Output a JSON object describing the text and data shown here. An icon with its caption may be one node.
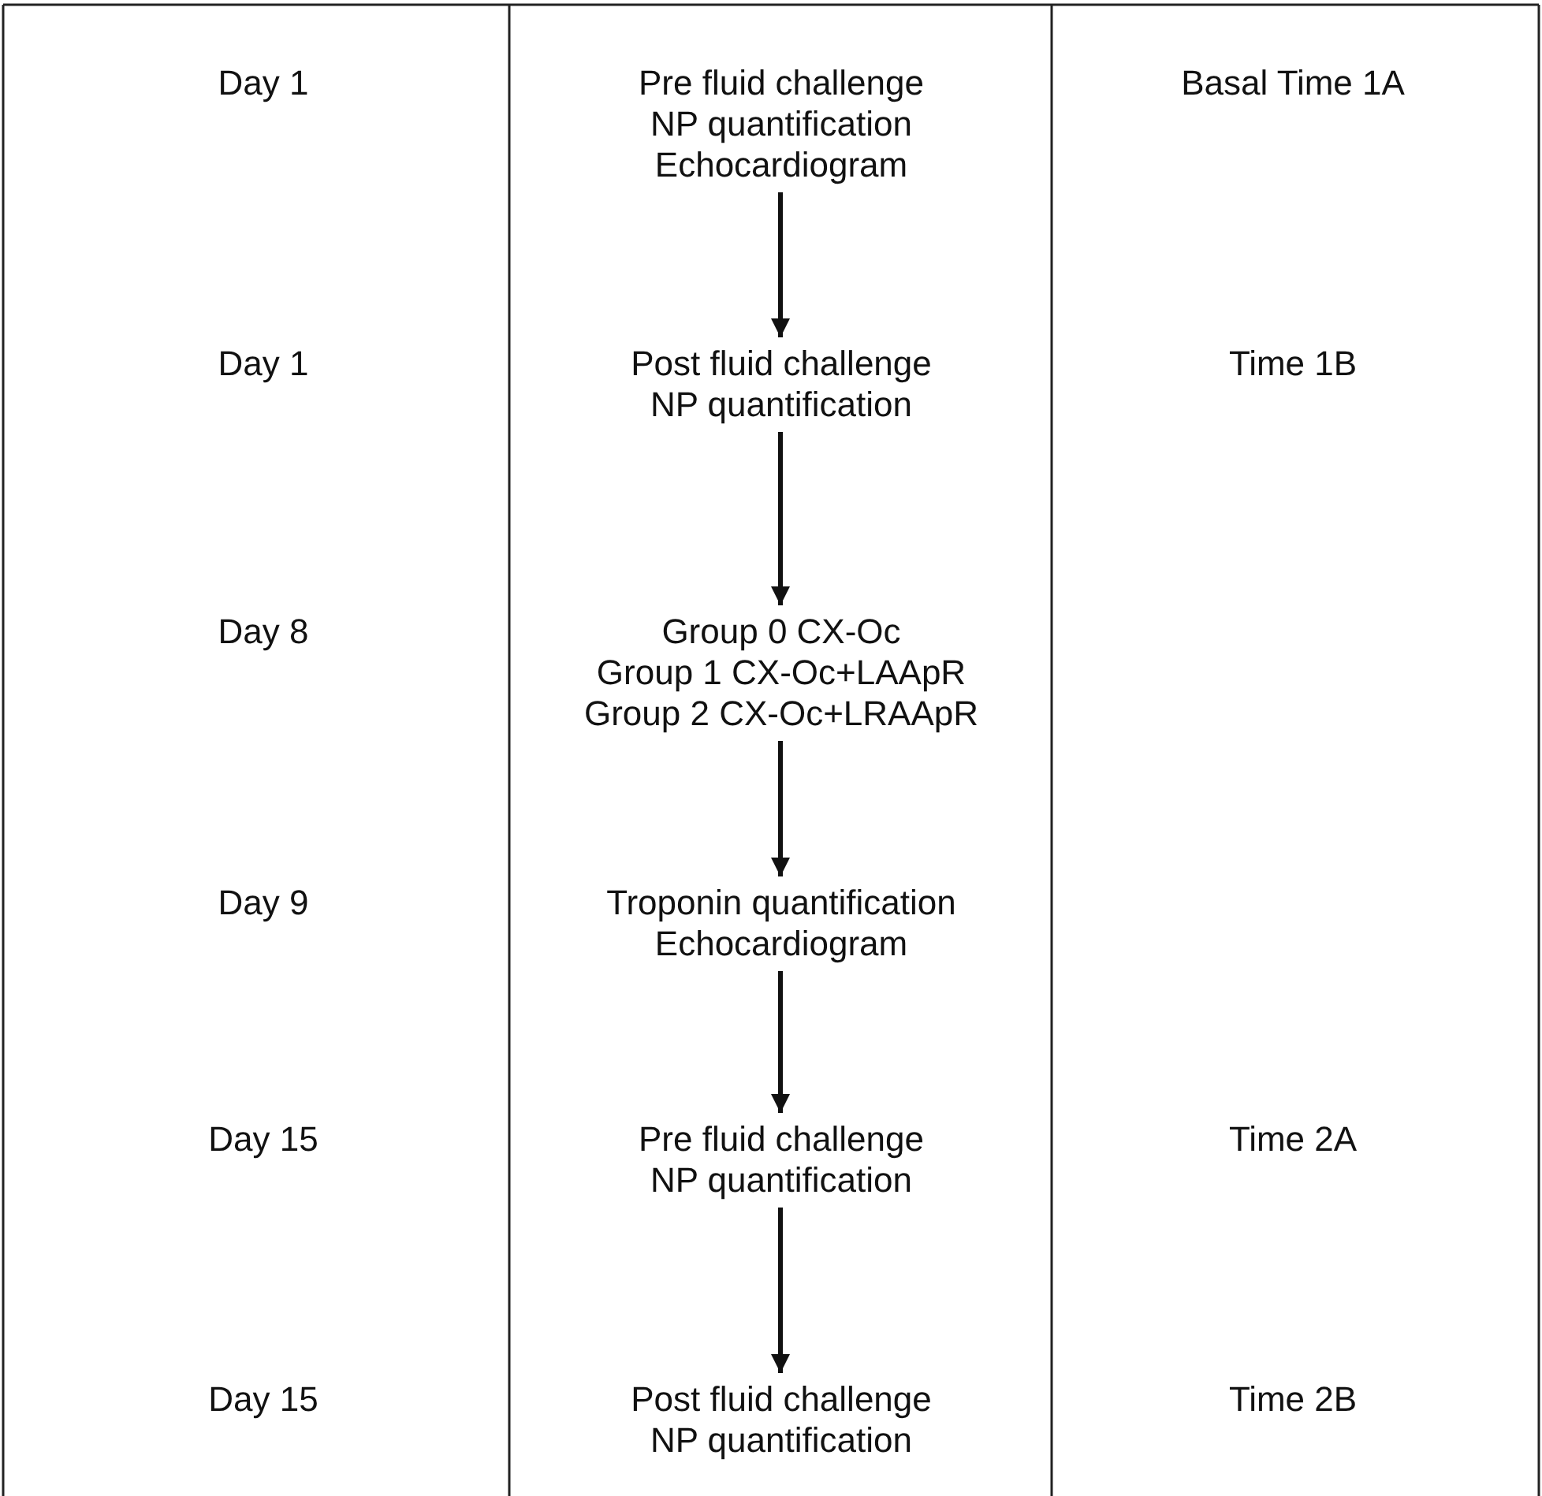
{
  "diagram": {
    "nodes": [
      {
        "text": [
          "Pre fluid challenge",
          "NP quantification",
          "Echocardiogram"
        ]
      },
      {
        "text": [
          "Post fluid challenge",
          "NP quantification"
        ]
      },
      {
        "text": [
          "Group 0 CX-Oc",
          "Group 1 CX-Oc+LAApR",
          "Group 2 CX-Oc+LRAApR"
        ]
      },
      {
        "text": [
          "Troponin quantification",
          "Echocardiogram"
        ]
      },
      {
        "text": [
          "Pre fluid challenge",
          "NP quantification"
        ]
      },
      {
        "text": [
          "Post fluid challenge",
          "NP quantification"
        ]
      }
    ],
    "edges": [
      {
        "from": 0,
        "to": 1,
        "arrow": "to"
      },
      {
        "from": 1,
        "to": 2,
        "arrow": "to"
      },
      {
        "from": 2,
        "to": 3,
        "arrow": "to"
      },
      {
        "from": 3,
        "to": 4,
        "arrow": "to"
      },
      {
        "from": 4,
        "to": 5,
        "arrow": "to"
      }
    ],
    "labels": [
      "Day 1",
      "Basal Time 1A",
      "Day 1",
      "Time 1B",
      "Day 8",
      "Day 9",
      "Day 15",
      "Time 2A",
      "Day 15",
      "Time 2B"
    ]
  }
}
